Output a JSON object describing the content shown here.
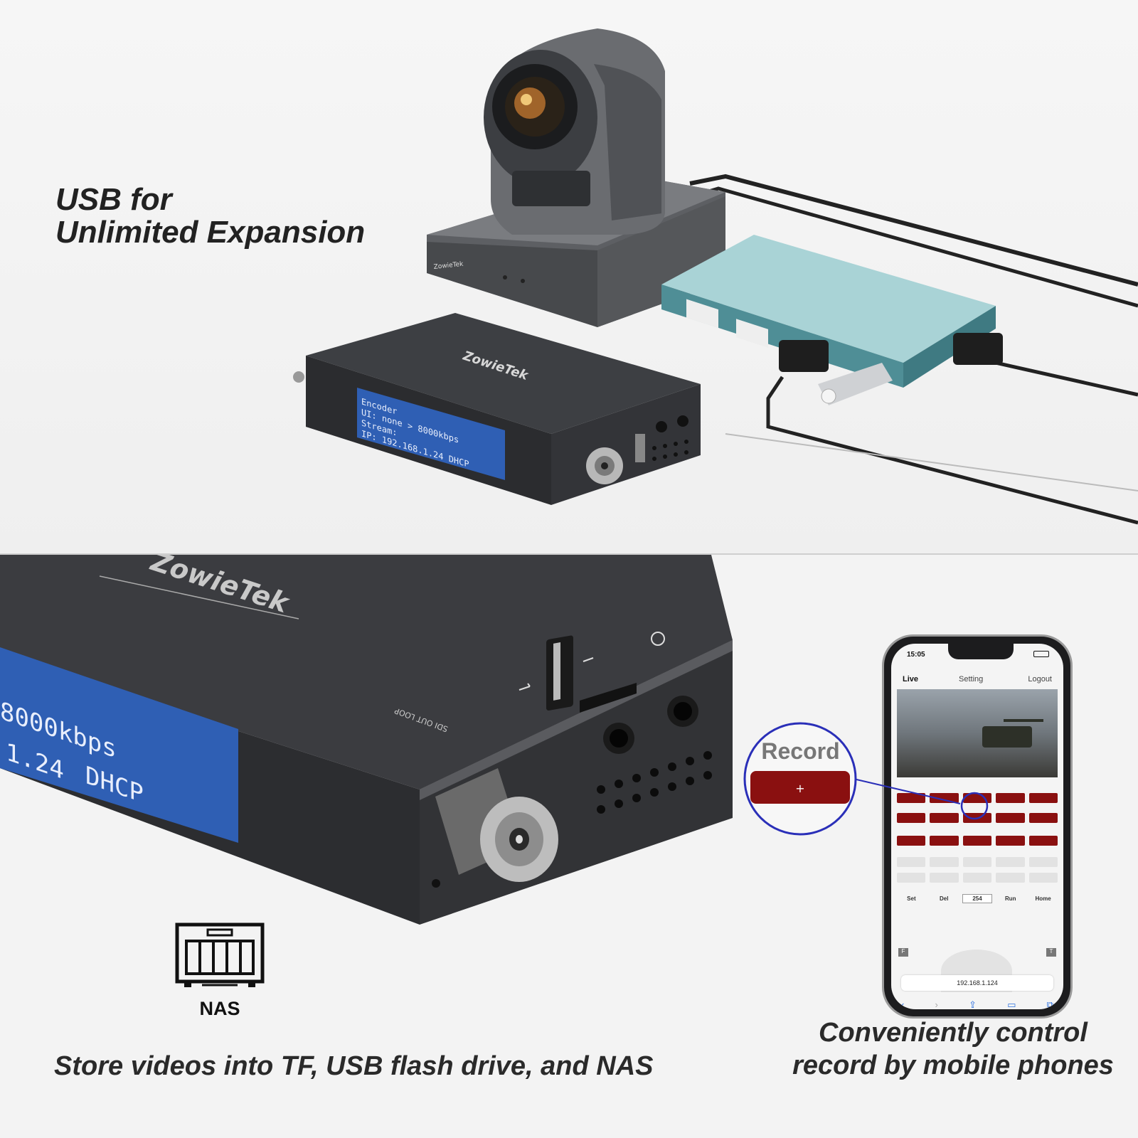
{
  "top": {
    "headline_line1": "USB for",
    "headline_line2": "Unlimited Expansion",
    "encoder_lcd": {
      "line1": "Encoder",
      "line2": "UI: none  >  8000kbps",
      "line3": "Stream:",
      "line4": "IP: 192.168.1.24     DHCP"
    },
    "brand": "ZowieTek"
  },
  "bottom": {
    "lcd_line1": "8000kbps",
    "lcd_line2": "1.24",
    "lcd_line3": "DHCP",
    "port_label_sdi": "SDI OUT LOOP",
    "nas_label": "NAS",
    "caption_left": "Store videos into TF, USB flash drive, and NAS",
    "caption_right_line1": "Conveniently control",
    "caption_right_line2": "record by mobile phones",
    "callout_label": "Record",
    "phone": {
      "time": "15:05",
      "tab_live": "Live",
      "tab_setting": "Setting",
      "tab_logout": "Logout",
      "btn_set": "Set",
      "btn_del": "Del",
      "field_value": "254",
      "btn_run": "Run",
      "btn_home": "Home",
      "left_key": "F",
      "right_key": "T",
      "url": "192.168.1.124"
    }
  },
  "colors": {
    "lcd_blue": "#2f5fb4",
    "device_dark": "#3a3b3e",
    "record_red": "#8a1010",
    "callout_ring": "#2a2fb8",
    "hub_teal": "#7ab3b9"
  }
}
